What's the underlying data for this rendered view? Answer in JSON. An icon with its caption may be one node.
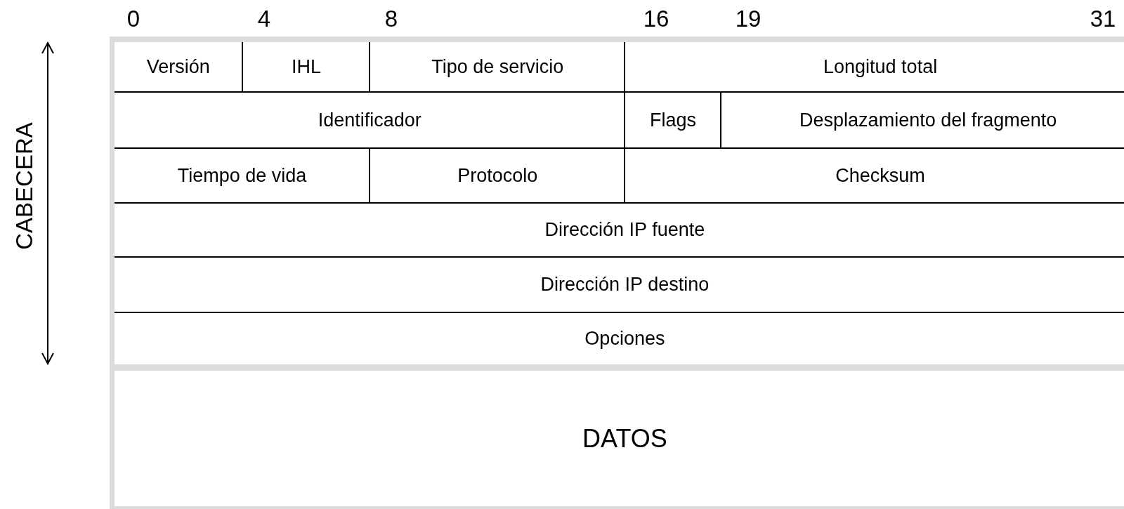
{
  "diagram": {
    "nodes": [
      {
        "text": [
          "Versión"
        ]
      },
      {
        "text": [
          "IHL"
        ]
      },
      {
        "text": [
          "Tipo de servicio"
        ]
      },
      {
        "text": [
          "Longitud total"
        ]
      },
      {
        "text": [
          "Identificador"
        ]
      },
      {
        "text": [
          "Flags"
        ]
      },
      {
        "text": [
          "Desplazamiento del fragmento"
        ]
      },
      {
        "text": [
          "Tiempo de vida"
        ]
      },
      {
        "text": [
          "Protocolo"
        ]
      },
      {
        "text": [
          "Checksum"
        ]
      },
      {
        "text": [
          "Dirección IP fuente"
        ]
      },
      {
        "text": [
          "Dirección IP destino"
        ]
      },
      {
        "text": [
          "Opciones"
        ]
      },
      {
        "text": [
          "DATOS"
        ]
      }
    ],
    "labels": [
      "0",
      "4",
      "8",
      "16",
      "19",
      "31",
      "CABECERA"
    ]
  }
}
